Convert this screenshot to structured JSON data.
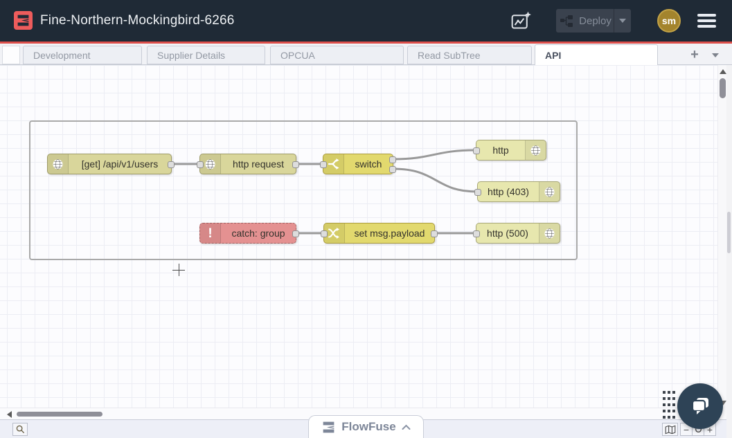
{
  "header": {
    "title": "Fine-Northern-Mockingbird-6266",
    "deploy_label": "Deploy",
    "avatar_initials": "sm",
    "colors": {
      "background": "#1f2a36",
      "accent_red": "#dd4f4b",
      "logo_red": "#ee5c5c",
      "avatar_gold": "#a3842d"
    }
  },
  "tabs": {
    "items": [
      {
        "label": "Development",
        "active": false
      },
      {
        "label": "Supplier Details",
        "active": false
      },
      {
        "label": "OPCUA",
        "active": false
      },
      {
        "label": "Read SubTree",
        "active": false
      },
      {
        "label": "API",
        "active": true
      }
    ],
    "add_label": "+"
  },
  "flow": {
    "nodes": [
      {
        "id": "http-in",
        "type": "http in",
        "label": "[get] /api/v1/users",
        "color": "#d9d69b",
        "icon": "globe-icon"
      },
      {
        "id": "http-request",
        "type": "http request",
        "label": "http request",
        "color": "#d9d69b",
        "icon": "globe-icon"
      },
      {
        "id": "switch",
        "type": "switch",
        "label": "switch",
        "color": "#e2d96e",
        "icon": "switch-icon",
        "outputs": 2
      },
      {
        "id": "http-out",
        "type": "http response",
        "label": "http",
        "color": "#e7e7ae",
        "icon": "globe-icon"
      },
      {
        "id": "http-out-403",
        "type": "http response",
        "label": "http (403)",
        "color": "#e7e7ae",
        "icon": "globe-icon"
      },
      {
        "id": "catch",
        "type": "catch",
        "label": "catch: group",
        "color": "#e49191",
        "icon": "exclamation-icon"
      },
      {
        "id": "change",
        "type": "change",
        "label": "set msg.payload",
        "color": "#e2d96e",
        "icon": "change-icon"
      },
      {
        "id": "http-out-500",
        "type": "http response",
        "label": "http (500)",
        "color": "#e7e7ae",
        "icon": "globe-icon"
      }
    ],
    "wires": [
      {
        "from": "http-in",
        "to": "http-request"
      },
      {
        "from": "http-request",
        "to": "switch"
      },
      {
        "from": "switch:1",
        "to": "http-out"
      },
      {
        "from": "switch:2",
        "to": "http-out-403"
      },
      {
        "from": "catch",
        "to": "change"
      },
      {
        "from": "change",
        "to": "http-out-500"
      }
    ],
    "wire_color": "#999999"
  },
  "footer": {
    "brand": "FlowFuse",
    "zoom_minus": "−",
    "zoom_plus": "+"
  }
}
